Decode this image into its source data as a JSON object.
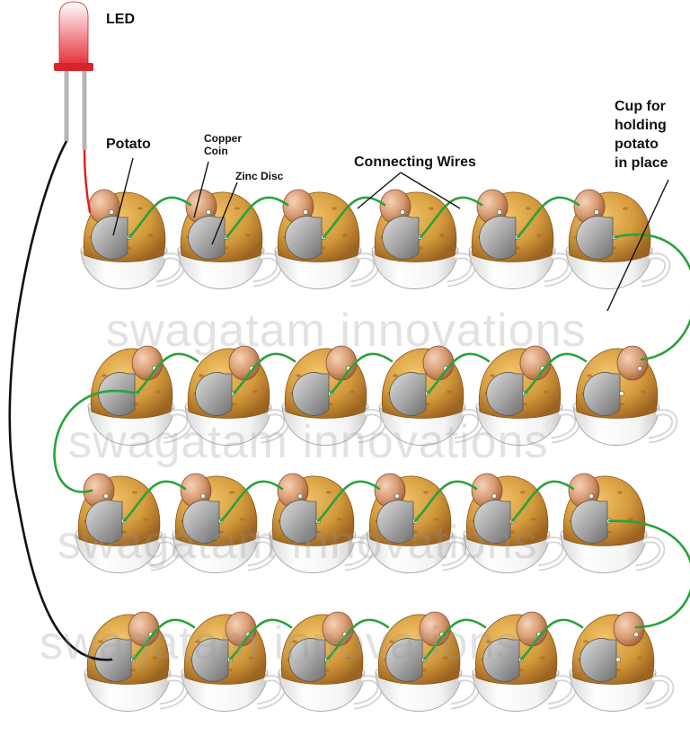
{
  "labels": {
    "led": "LED",
    "potato": "Potato",
    "copper_coin_line1": "Copper",
    "copper_coin_line2": "Coin",
    "zinc_disc": "Zinc Disc",
    "connecting_wires": "Connecting Wires",
    "cup": "Cup for\nholding\npotato\nin place"
  },
  "watermark": "swagatam innovations",
  "grid": {
    "rows": 4,
    "columns": 6
  },
  "colors": {
    "wire": "#2aa23a",
    "led_lead_wire": "#e11d1d",
    "return_wire": "#111111",
    "potato": "#d49a3c",
    "copper": "#c98a5c",
    "zinc": "#b5b5b5",
    "cup": "#ffffff",
    "led_body": "#e5303a"
  }
}
